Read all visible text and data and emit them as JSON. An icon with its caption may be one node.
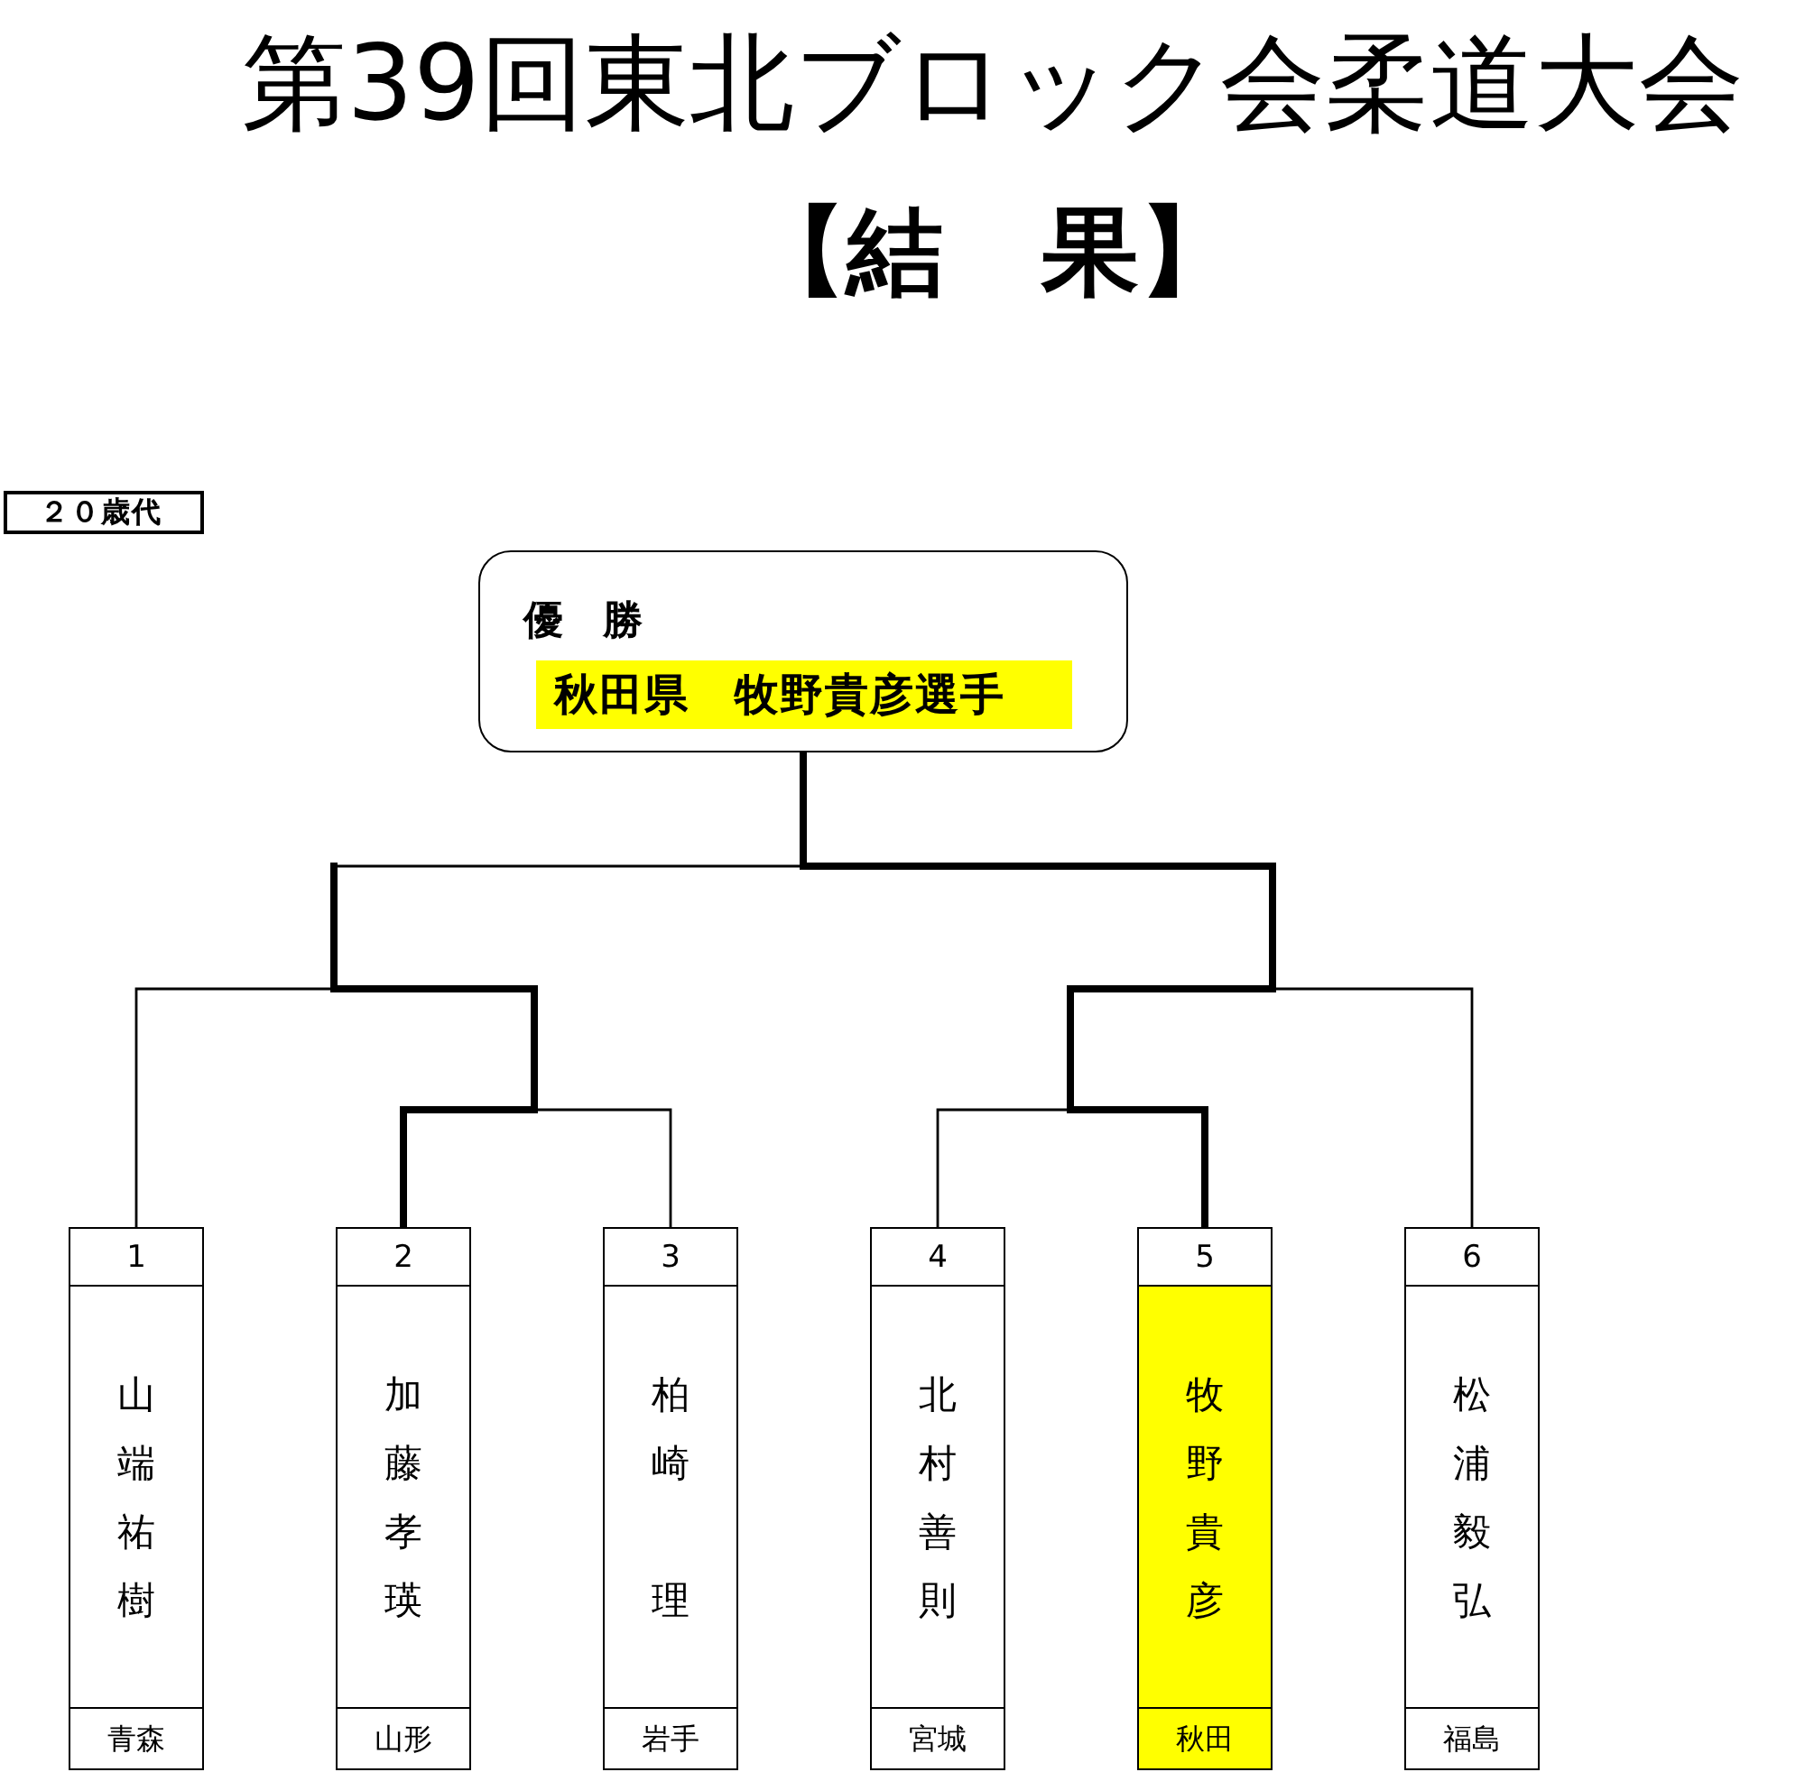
{
  "diagram": {
    "title": "第39回東北ブロック会柔道大会",
    "nodes": [
      {
        "text": [
          "２０歳代"
        ]
      },
      {
        "text": [
          "優　勝",
          "秋田県　牧野貴彦選手"
        ]
      },
      {
        "text": [
          "1",
          "山端祐樹",
          "青森"
        ]
      },
      {
        "text": [
          "2",
          "加藤孝瑛",
          "山形"
        ]
      },
      {
        "text": [
          "3",
          "柏崎",
          "理",
          "岩手"
        ]
      },
      {
        "text": [
          "4",
          "北村善則",
          "宮城"
        ]
      },
      {
        "text": [
          "5",
          "牧野貴彦",
          "秋田"
        ]
      },
      {
        "text": [
          "6",
          "松浦毅弘",
          "福島"
        ]
      }
    ],
    "edges": [
      {
        "from": 2,
        "to": 1,
        "arrow": "none"
      },
      {
        "from": 3,
        "to": 1,
        "arrow": "none",
        "style": "thick"
      },
      {
        "from": 4,
        "to": 1,
        "arrow": "none"
      },
      {
        "from": 5,
        "to": 1,
        "arrow": "none"
      },
      {
        "from": 6,
        "to": 1,
        "arrow": "none",
        "style": "thick"
      },
      {
        "from": 7,
        "to": 1,
        "arrow": "none"
      }
    ],
    "labels": [
      "【結　果】"
    ]
  }
}
